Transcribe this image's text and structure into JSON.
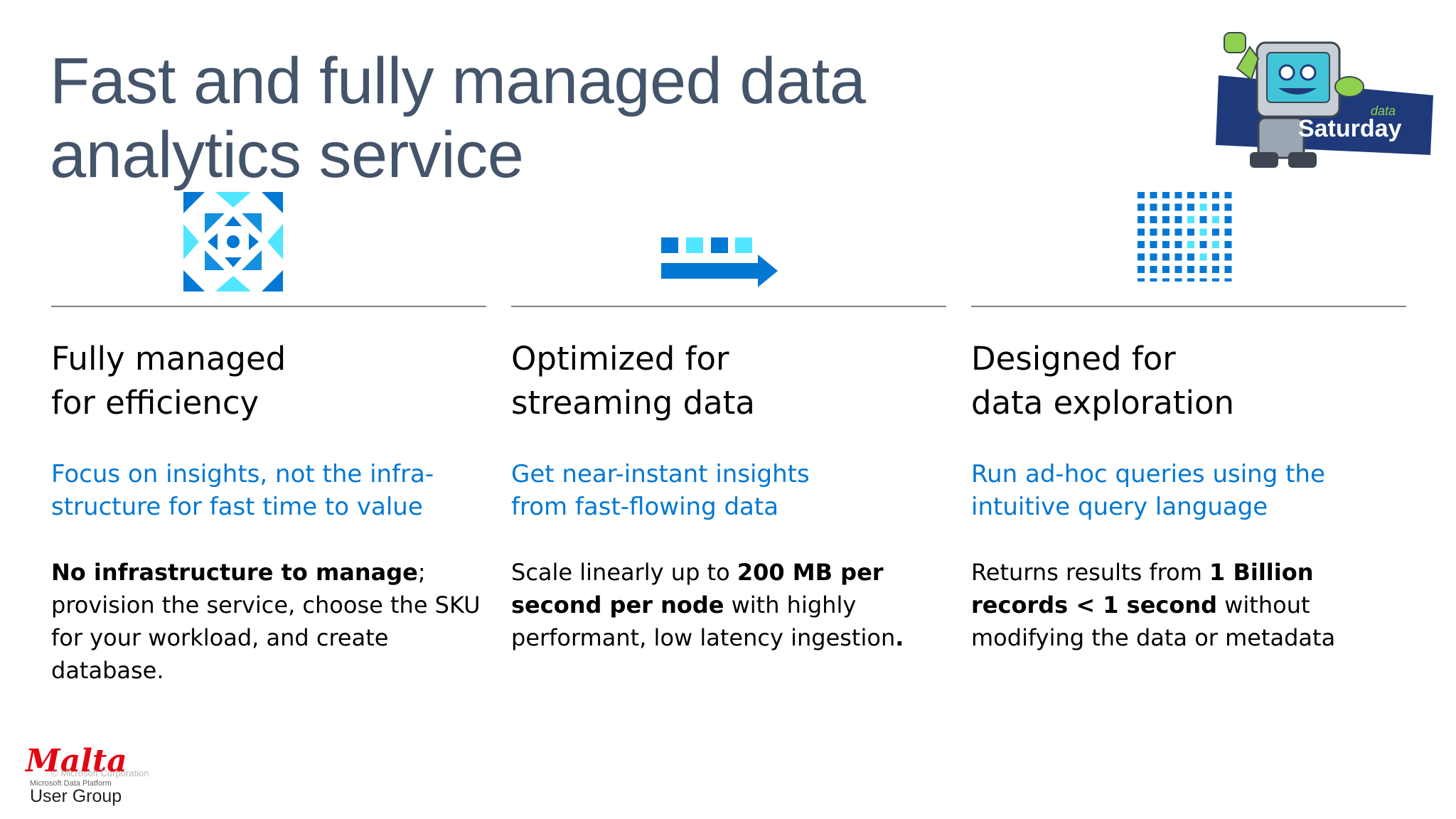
{
  "slide": {
    "title_lines": [
      "Fast and fully managed data",
      "analytics service"
    ]
  },
  "columns": [
    {
      "icon": "kusto-diamond-icon",
      "heading_lines": [
        "Fully managed",
        "for efficiency"
      ],
      "subhead_lines": [
        "Focus on insights, not the infra-",
        "structure for fast time to value"
      ],
      "body_bold_1": "No infrastructure to manage",
      "body_text_1": "; provision the service, choose the SKU for your workload,  and create database."
    },
    {
      "icon": "streaming-arrow-icon",
      "heading_lines": [
        "Optimized for",
        "streaming data"
      ],
      "subhead_lines": [
        "Get near-instant insights",
        "from fast-flowing data"
      ],
      "body_text_1": "Scale linearly up to ",
      "body_bold_1": "200 MB per second per node",
      "body_text_2": " with highly performant, low latency ingestion",
      "body_bold_2": "."
    },
    {
      "icon": "dot-grid-icon",
      "heading_lines": [
        "Designed for",
        "data exploration"
      ],
      "subhead_lines": [
        "Run ad-hoc queries using the",
        "intuitive query language"
      ],
      "body_text_1": "Returns results from ",
      "body_bold_1": "1 Billion records < 1 second",
      "body_text_2": " without modifying the data or metadata"
    }
  ],
  "footer": {
    "malta": "Malta",
    "copyright": "© Microsoft Corporation",
    "mdp": "Microsoft Data Platform",
    "user_group": "User Group"
  },
  "badge": {
    "data": "data",
    "saturday": "Saturday"
  },
  "colors": {
    "title": "#44546A",
    "accent_blue": "#0078D4",
    "light_blue": "#50E6FF",
    "mid_blue": "#1490DF",
    "malta_red": "#E30613"
  }
}
